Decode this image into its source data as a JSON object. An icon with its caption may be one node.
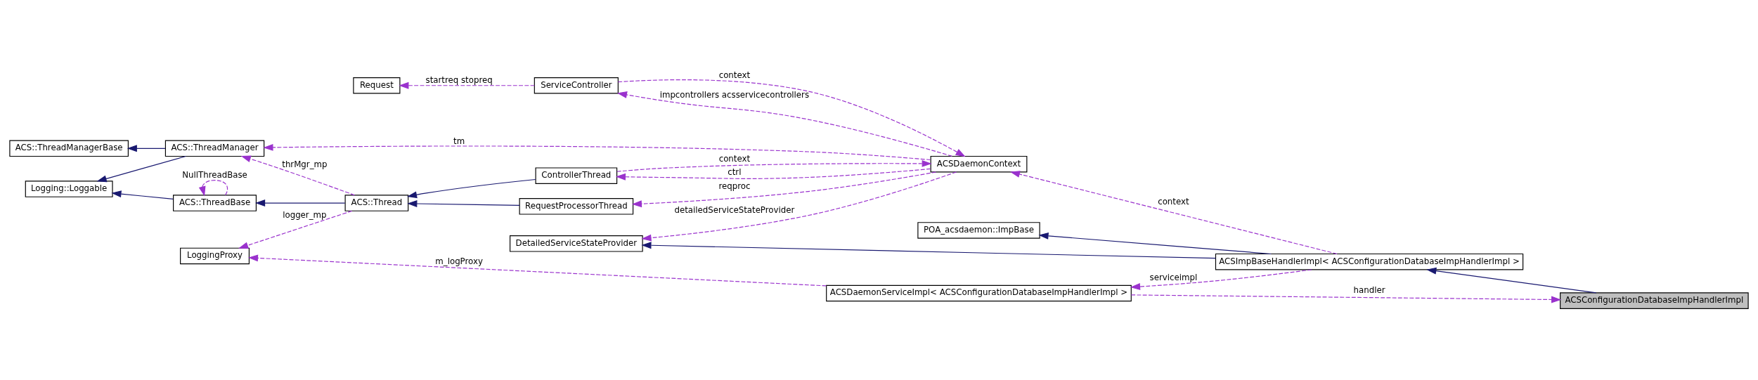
{
  "diagram": {
    "nodes": [
      {
        "text": [
          "ACSConfigurationDatabaseImpHandlerImpl"
        ]
      },
      {
        "text": [
          "ACSDaemonServiceImpl< ACSConfigurationDatabaseImpHandlerImpl >"
        ]
      },
      {
        "text": [
          "LoggingProxy"
        ]
      },
      {
        "text": [
          "POA_acsdaemon::ImpBase"
        ]
      },
      {
        "text": [
          "ACSImpBaseHandlerImpl< ACSConfigurationDatabaseImpHandlerImpl >"
        ]
      },
      {
        "text": [
          "DetailedServiceStateProvider"
        ]
      },
      {
        "text": [
          "Logging::Loggable"
        ]
      },
      {
        "text": [
          "ACS::ThreadBase"
        ]
      },
      {
        "text": [
          "ACS::Thread"
        ]
      },
      {
        "text": [
          "ACS::ThreadManagerBase"
        ]
      },
      {
        "text": [
          "ACS::ThreadManager"
        ]
      },
      {
        "text": [
          "RequestProcessorThread"
        ]
      },
      {
        "text": [
          "ACSDaemonContext"
        ]
      },
      {
        "text": [
          "ControllerThread"
        ]
      },
      {
        "text": [
          "ServiceController"
        ]
      },
      {
        "text": [
          "Request"
        ]
      }
    ],
    "edges": [
      {
        "from": 0,
        "to": 4,
        "arrow": "to",
        "color": "#191970"
      },
      {
        "from": 1,
        "to": 0,
        "arrow": "to",
        "label": "handler",
        "style": "dashed"
      },
      {
        "from": 1,
        "to": 2,
        "arrow": "to",
        "label": "m_logProxy",
        "style": "dashed"
      },
      {
        "from": 4,
        "to": 1,
        "arrow": "to",
        "label": "serviceimpl",
        "style": "dashed"
      },
      {
        "from": 4,
        "to": 3,
        "arrow": "to",
        "color": "#191970"
      },
      {
        "from": 4,
        "to": 5,
        "arrow": "to",
        "color": "#191970"
      },
      {
        "from": 4,
        "to": 12,
        "arrow": "to",
        "label": "context",
        "style": "dashed"
      },
      {
        "from": 8,
        "to": 2,
        "arrow": "to",
        "label": "logger_mp",
        "style": "dashed"
      },
      {
        "from": 7,
        "to": 7,
        "arrow": "to",
        "label": "NullThreadBase",
        "style": "dashed"
      },
      {
        "from": 7,
        "to": 6,
        "arrow": "to",
        "color": "#191970"
      },
      {
        "from": 8,
        "to": 7,
        "arrow": "to",
        "color": "#191970"
      },
      {
        "from": 10,
        "to": 6,
        "arrow": "to",
        "color": "#191970"
      },
      {
        "from": 10,
        "to": 9,
        "arrow": "to",
        "color": "#191970"
      },
      {
        "from": 8,
        "to": 10,
        "arrow": "to",
        "label": "thrMgr_mp",
        "style": "dashed"
      },
      {
        "from": 11,
        "to": 8,
        "arrow": "to",
        "color": "#191970"
      },
      {
        "from": 13,
        "to": 8,
        "arrow": "to",
        "color": "#191970"
      },
      {
        "from": 12,
        "to": 5,
        "arrow": "to",
        "label": "detailedServiceStateProvider",
        "style": "dashed"
      },
      {
        "from": 12,
        "to": 11,
        "arrow": "to",
        "label": "reqproc",
        "style": "dashed"
      },
      {
        "from": 12,
        "to": 10,
        "arrow": "to",
        "label": "tm",
        "style": "dashed"
      },
      {
        "from": 12,
        "to": 13,
        "arrow": "to",
        "label": "ctrl",
        "style": "dashed"
      },
      {
        "from": 13,
        "to": 12,
        "arrow": "to",
        "label": "context",
        "style": "dashed"
      },
      {
        "from": 12,
        "to": 14,
        "arrow": "to",
        "label": "impcontrollers acsservicecontrollers",
        "style": "dashed"
      },
      {
        "from": 14,
        "to": 12,
        "arrow": "to",
        "label": "context",
        "style": "dashed"
      },
      {
        "from": 14,
        "to": 15,
        "arrow": "to",
        "label": "startreq stopreq",
        "style": "dashed"
      }
    ]
  }
}
